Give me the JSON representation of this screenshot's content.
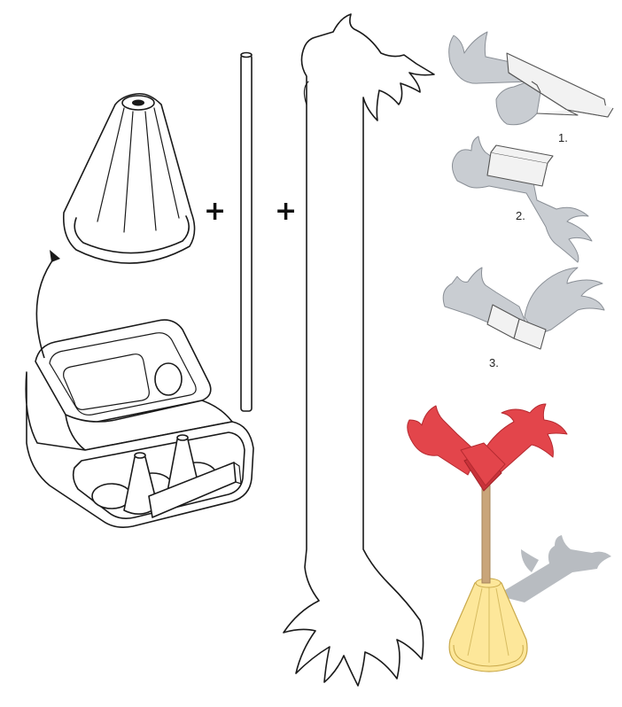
{
  "operators": {
    "plus_1": "+",
    "plus_2": "+"
  },
  "steps": [
    {
      "label": "1."
    },
    {
      "label": "2."
    },
    {
      "label": "3."
    }
  ],
  "colors": {
    "outline": "#1a1a1a",
    "paper_grey": "#c9cdd2",
    "finished_red": "#e3454b",
    "cone_yellow": "#fde79a",
    "stick_tan": "#c9a57a",
    "shadow_grey": "#b8bcc1"
  }
}
